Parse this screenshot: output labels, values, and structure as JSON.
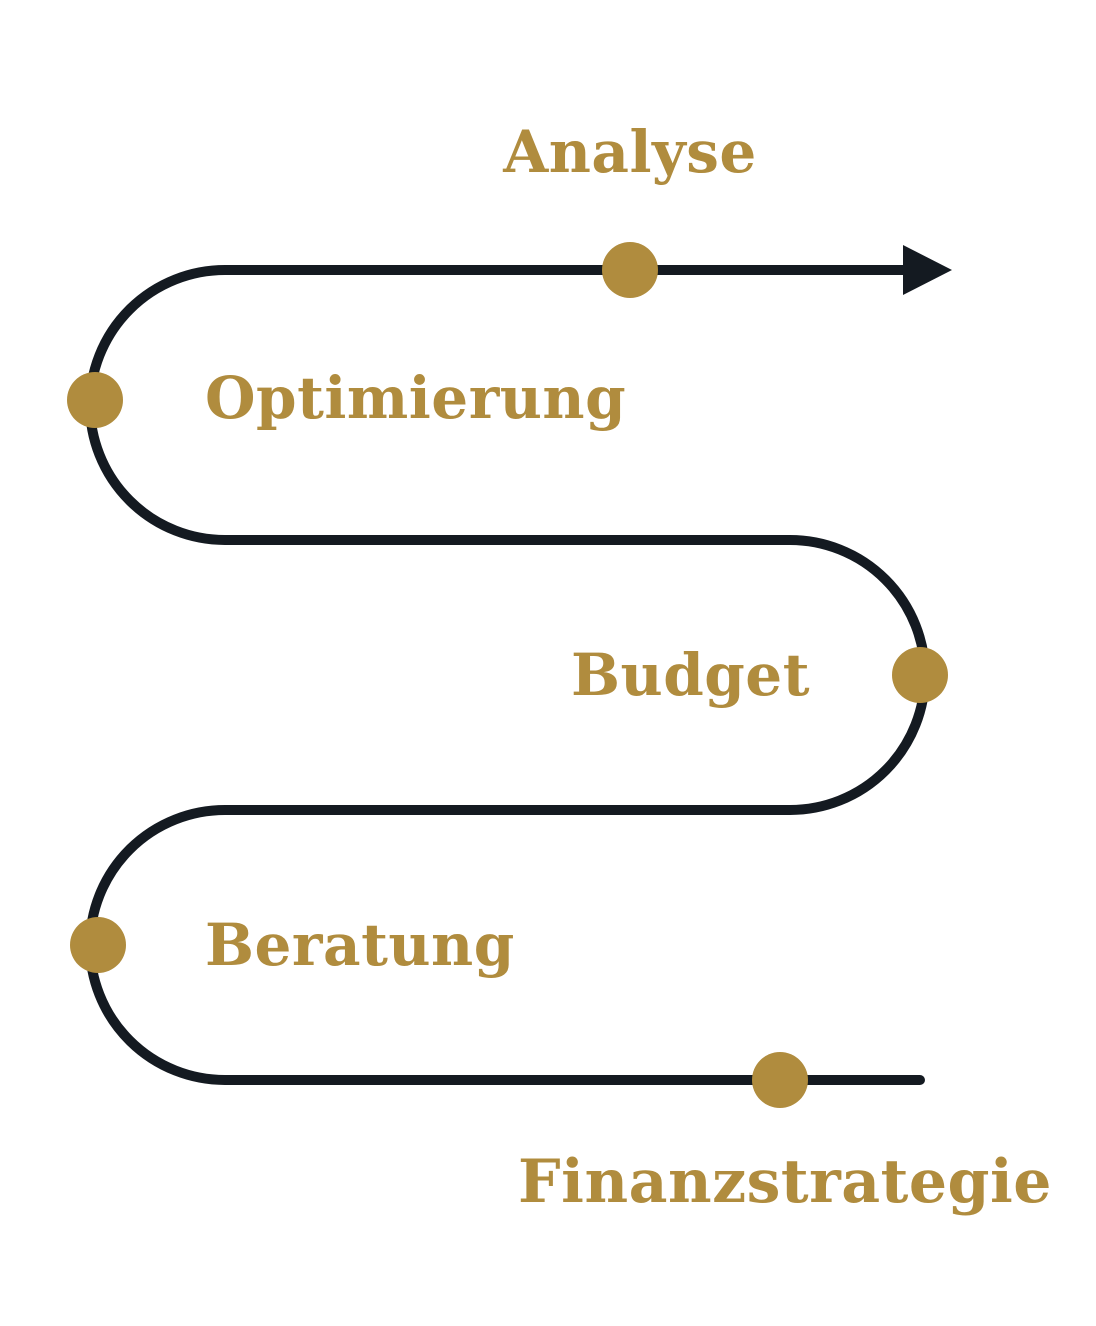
{
  "diagram": {
    "type": "serpentine-process-flow",
    "colors": {
      "accent": "#B08C3E",
      "path": "#141A21",
      "background": "#FFFFFF"
    },
    "steps": [
      {
        "label": "Analyse"
      },
      {
        "label": "Optimierung"
      },
      {
        "label": "Budget"
      },
      {
        "label": "Beratung"
      },
      {
        "label": "Finanzstrategie"
      }
    ]
  }
}
